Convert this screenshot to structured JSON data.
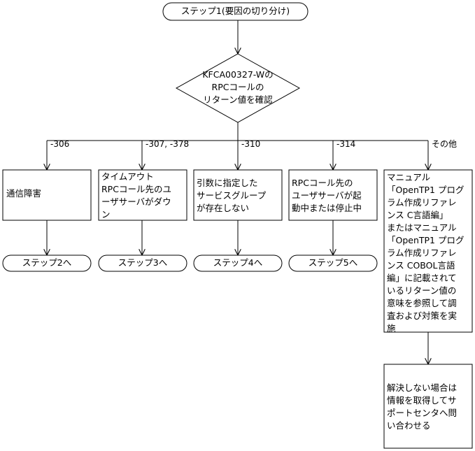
{
  "start_label": "ステップ1(要因の切り分け)",
  "decision_label": "KFCA00327-Wの\nRPCコールの\nリターン値を確認",
  "branches": [
    {
      "label": "-306",
      "cause": "通信障害",
      "step": "ステップ2へ"
    },
    {
      "label": "-307, -378",
      "cause": "タイムアウト\nRPCコール先のユ\nーザサーバがダウ\nン",
      "step": "ステップ3へ"
    },
    {
      "label": "-310",
      "cause": "引数に指定した\nサービスグループ\nが存在しない",
      "step": "ステップ4へ"
    },
    {
      "label": "-314",
      "cause": "RPCコール先の\nユーザサーバが起\n動中または停止中",
      "step": "ステップ5へ"
    },
    {
      "label": "その他",
      "cause": "マニュアル\n「OpenTP1 プログ\nラム作成リファレ\nンス C言語編」\nまたはマニュアル\n「OpenTP1 プログ\nラム作成リファレ\nンス COBOL言語\n編」に記載されて\nいるリターン値の\n意味を参照して調\n査および対策を実\n施",
      "next": "解決しない場合は\n情報を取得してサ\nポートセンタへ問\nい合わせる"
    }
  ]
}
